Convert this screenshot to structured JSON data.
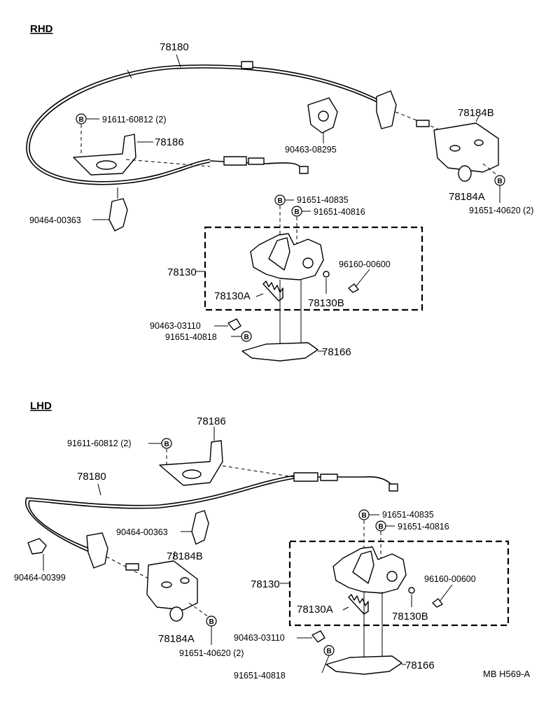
{
  "rhd": {
    "title": "RHD",
    "labels": {
      "cable": "78180",
      "bolt_top": "91611-60812 (2)",
      "bracket_left": "78186",
      "clamp_top": "90463-08295",
      "bracket_right": "78184B",
      "bushing": "78184A",
      "bolt_right": "91651-40620 (2)",
      "clamp_left": "90464-00363",
      "bolt_a": "91651-40835",
      "bolt_b": "91651-40816",
      "pedal_assy": "78130",
      "clip": "96160-00600",
      "spring": "78130A",
      "stopper": "78130B",
      "clamp_low": "90463-03110",
      "bolt_low": "91651-40818",
      "base": "78166"
    }
  },
  "lhd": {
    "title": "LHD",
    "labels": {
      "bracket_left": "78186",
      "bolt_top": "91611-60812 (2)",
      "cable": "78180",
      "clamp_mid": "90464-00363",
      "bracket_right": "78184B",
      "clamp_left": "90464-00399",
      "bushing": "78184A",
      "bolt_right": "91651-40620 (2)",
      "bolt_a": "91651-40835",
      "bolt_b": "91651-40816",
      "pedal_assy": "78130",
      "clip": "96160-00600",
      "spring": "78130A",
      "stopper": "78130B",
      "clamp_low": "90463-03110",
      "bolt_low": "91651-40818",
      "base": "78166"
    }
  },
  "marker": "B",
  "code": "MB  H569-A"
}
